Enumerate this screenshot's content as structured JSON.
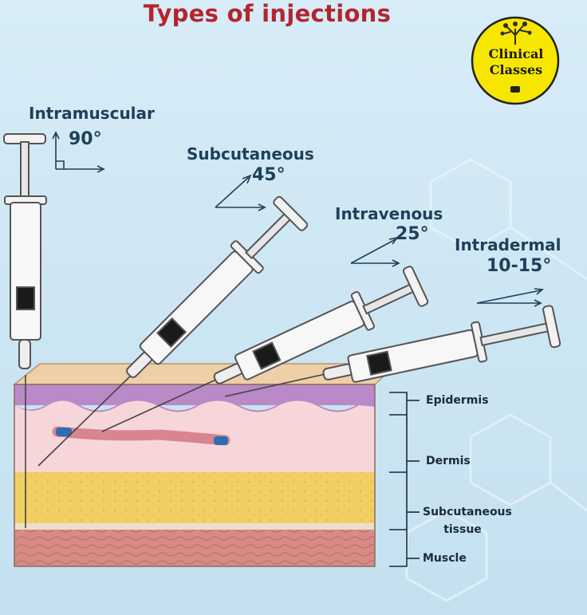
{
  "title": "Types of injections",
  "logo": {
    "line1": "Clinical",
    "line2": "Classes"
  },
  "injections": [
    {
      "name": "Intramuscular",
      "angle": "90°"
    },
    {
      "name": "Subcutaneous",
      "angle": "45°"
    },
    {
      "name": "Intravenous",
      "angle": "25°"
    },
    {
      "name": "Intradermal",
      "angle": "10-15°"
    }
  ],
  "layers": [
    {
      "name": "Epidermis"
    },
    {
      "name": "Dermis"
    },
    {
      "name": "Subcutaneous tissue"
    },
    {
      "name": "Muscle"
    }
  ],
  "colors": {
    "background": "#cfe6f3",
    "title": "#b3262d",
    "label": "#1f3f5a",
    "epidermis": "#b98ac7",
    "dermis": "#f7d6da",
    "fat": "#f2cf63",
    "muscle": "#d88b84",
    "logo_yellow": "#f7e600"
  }
}
